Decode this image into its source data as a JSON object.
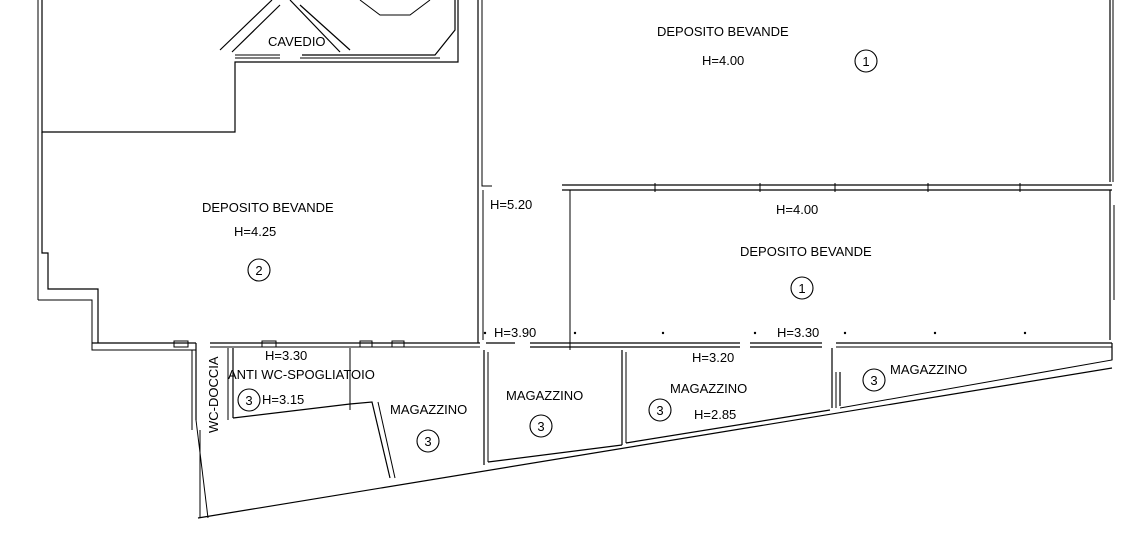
{
  "rooms": {
    "cavedio": "CAVEDIO",
    "deposito_top_right": {
      "name": "DEPOSITO BEVANDE",
      "height": "H=4.00",
      "zone": "1"
    },
    "deposito_left": {
      "name": "DEPOSITO BEVANDE",
      "height": "H=4.25",
      "zone": "2"
    },
    "deposito_mid_right": {
      "name": "DEPOSITO BEVANDE",
      "height": "H=4.00",
      "zone": "1"
    },
    "corridor_height": "H=5.20",
    "wc_doccia": "WC-DOCCIA",
    "anti_wc": {
      "name": "ANTI WC-SPOGLIATOIO",
      "height_top": "H=3.30",
      "height": "H=3.15",
      "zone": "3"
    },
    "magazzino_a": {
      "name": "MAGAZZINO",
      "zone": "3"
    },
    "magazzino_b": {
      "name": "MAGAZZINO",
      "zone": "3"
    },
    "magazzino_c": {
      "name": "MAGAZZINO",
      "height": "H=2.85",
      "zone": "3"
    },
    "magazzino_d": {
      "name": "MAGAZZINO",
      "zone": "3"
    },
    "h_390": "H=3.90",
    "h_320": "H=3.20",
    "h_330_right": "H=3.30"
  }
}
